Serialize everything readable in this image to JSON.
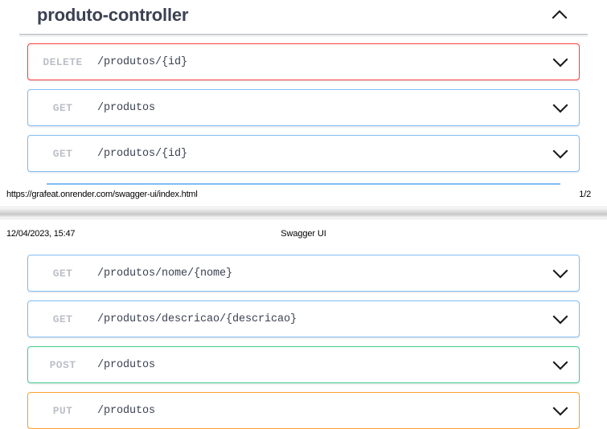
{
  "document": {
    "title": "Swagger UI",
    "printed_date": "12/04/2023, 15:47",
    "footer_url": "https://grafeat.onrender.com/swagger-ui/index.html",
    "page_indicator": "1/2"
  },
  "section": {
    "name": "produto-controller",
    "collapse_icon": "chevron-up-icon",
    "expanded": true
  },
  "colors": {
    "delete": "#f93e3e",
    "get": "#82bdf5",
    "post": "#49cc90",
    "put": "#fca130",
    "title_text": "#3b4151",
    "method_text": "#bcc0c7",
    "rule": "#c9cbd2"
  },
  "page1": {
    "operations": [
      {
        "method": "DELETE",
        "path": "/produtos/{id}",
        "style": "delete",
        "expand_icon": "chevron-down-icon"
      },
      {
        "method": "GET",
        "path": "/produtos",
        "style": "get",
        "expand_icon": "chevron-down-icon"
      },
      {
        "method": "GET",
        "path": "/produtos/{id}",
        "style": "get",
        "expand_icon": "chevron-down-icon"
      }
    ]
  },
  "page2": {
    "operations": [
      {
        "method": "GET",
        "path": "/produtos/nome/{nome}",
        "style": "get",
        "expand_icon": "chevron-down-icon"
      },
      {
        "method": "GET",
        "path": "/produtos/descricao/{descricao}",
        "style": "get",
        "expand_icon": "chevron-down-icon"
      },
      {
        "method": "POST",
        "path": "/produtos",
        "style": "post",
        "expand_icon": "chevron-down-icon"
      },
      {
        "method": "PUT",
        "path": "/produtos",
        "style": "put",
        "expand_icon": "chevron-down-icon"
      }
    ]
  }
}
